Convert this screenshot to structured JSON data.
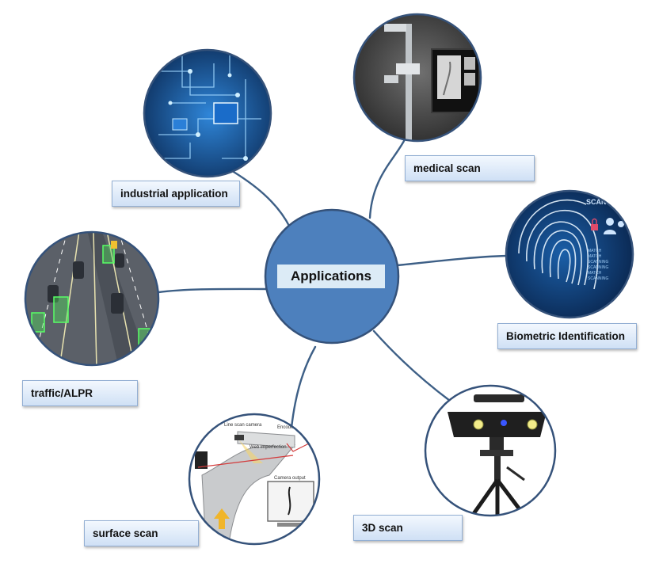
{
  "center": {
    "label": "Applications"
  },
  "nodes": [
    {
      "id": "industrial",
      "label": "industrial application",
      "icon": "circuit-board-icon"
    },
    {
      "id": "medical",
      "label": "medical scan",
      "icon": "xray-scanner-icon"
    },
    {
      "id": "biometric",
      "label": "Biometric Identification",
      "icon": "fingerprint-icon"
    },
    {
      "id": "traffic",
      "label": "traffic/ALPR",
      "icon": "traffic-camera-icon"
    },
    {
      "id": "surface",
      "label": "surface scan",
      "icon": "line-scan-camera-icon"
    },
    {
      "id": "threed",
      "label": "3D scan",
      "icon": "3d-scanner-tripod-icon"
    }
  ],
  "surface_diagram": {
    "camera_label": "Line scan camera",
    "encoder_label": "Encoder",
    "defect_label": "Web imperfection",
    "output_label": "Camera output"
  },
  "biometric_overlay": {
    "scanning_label": "SCANNING",
    "status_lines": [
      "MATCH",
      "MATCH",
      "SCANNING",
      "SCANNING",
      "MATCH",
      "SCANNING"
    ]
  },
  "colors": {
    "hub_fill": "#4d80bd",
    "connector": "#3d5f86",
    "label_fill": "#dde9f8",
    "label_border": "#93afd3"
  }
}
